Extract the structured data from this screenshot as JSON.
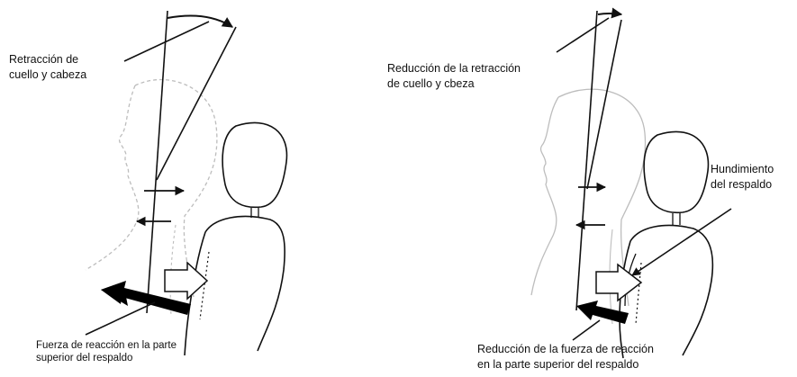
{
  "left_panel": {
    "label_top": [
      "Retracción de",
      "cuello y cabeza"
    ],
    "label_bottom": [
      "Fuerza de reacción en la parte",
      "superior del respaldo"
    ]
  },
  "right_panel": {
    "label_top": [
      "Reducción de la retracción",
      "de cuello y cbeza"
    ],
    "label_hundimiento": [
      "Hundimiento",
      "del respaldo"
    ],
    "label_bottom": [
      "Reducción de la fuerza de reacción",
      "en la parte superior del respaldo"
    ]
  },
  "colors": {
    "ink": "#111111",
    "body_outline": "#bdbdbd",
    "arrow_fill": "#000000"
  }
}
